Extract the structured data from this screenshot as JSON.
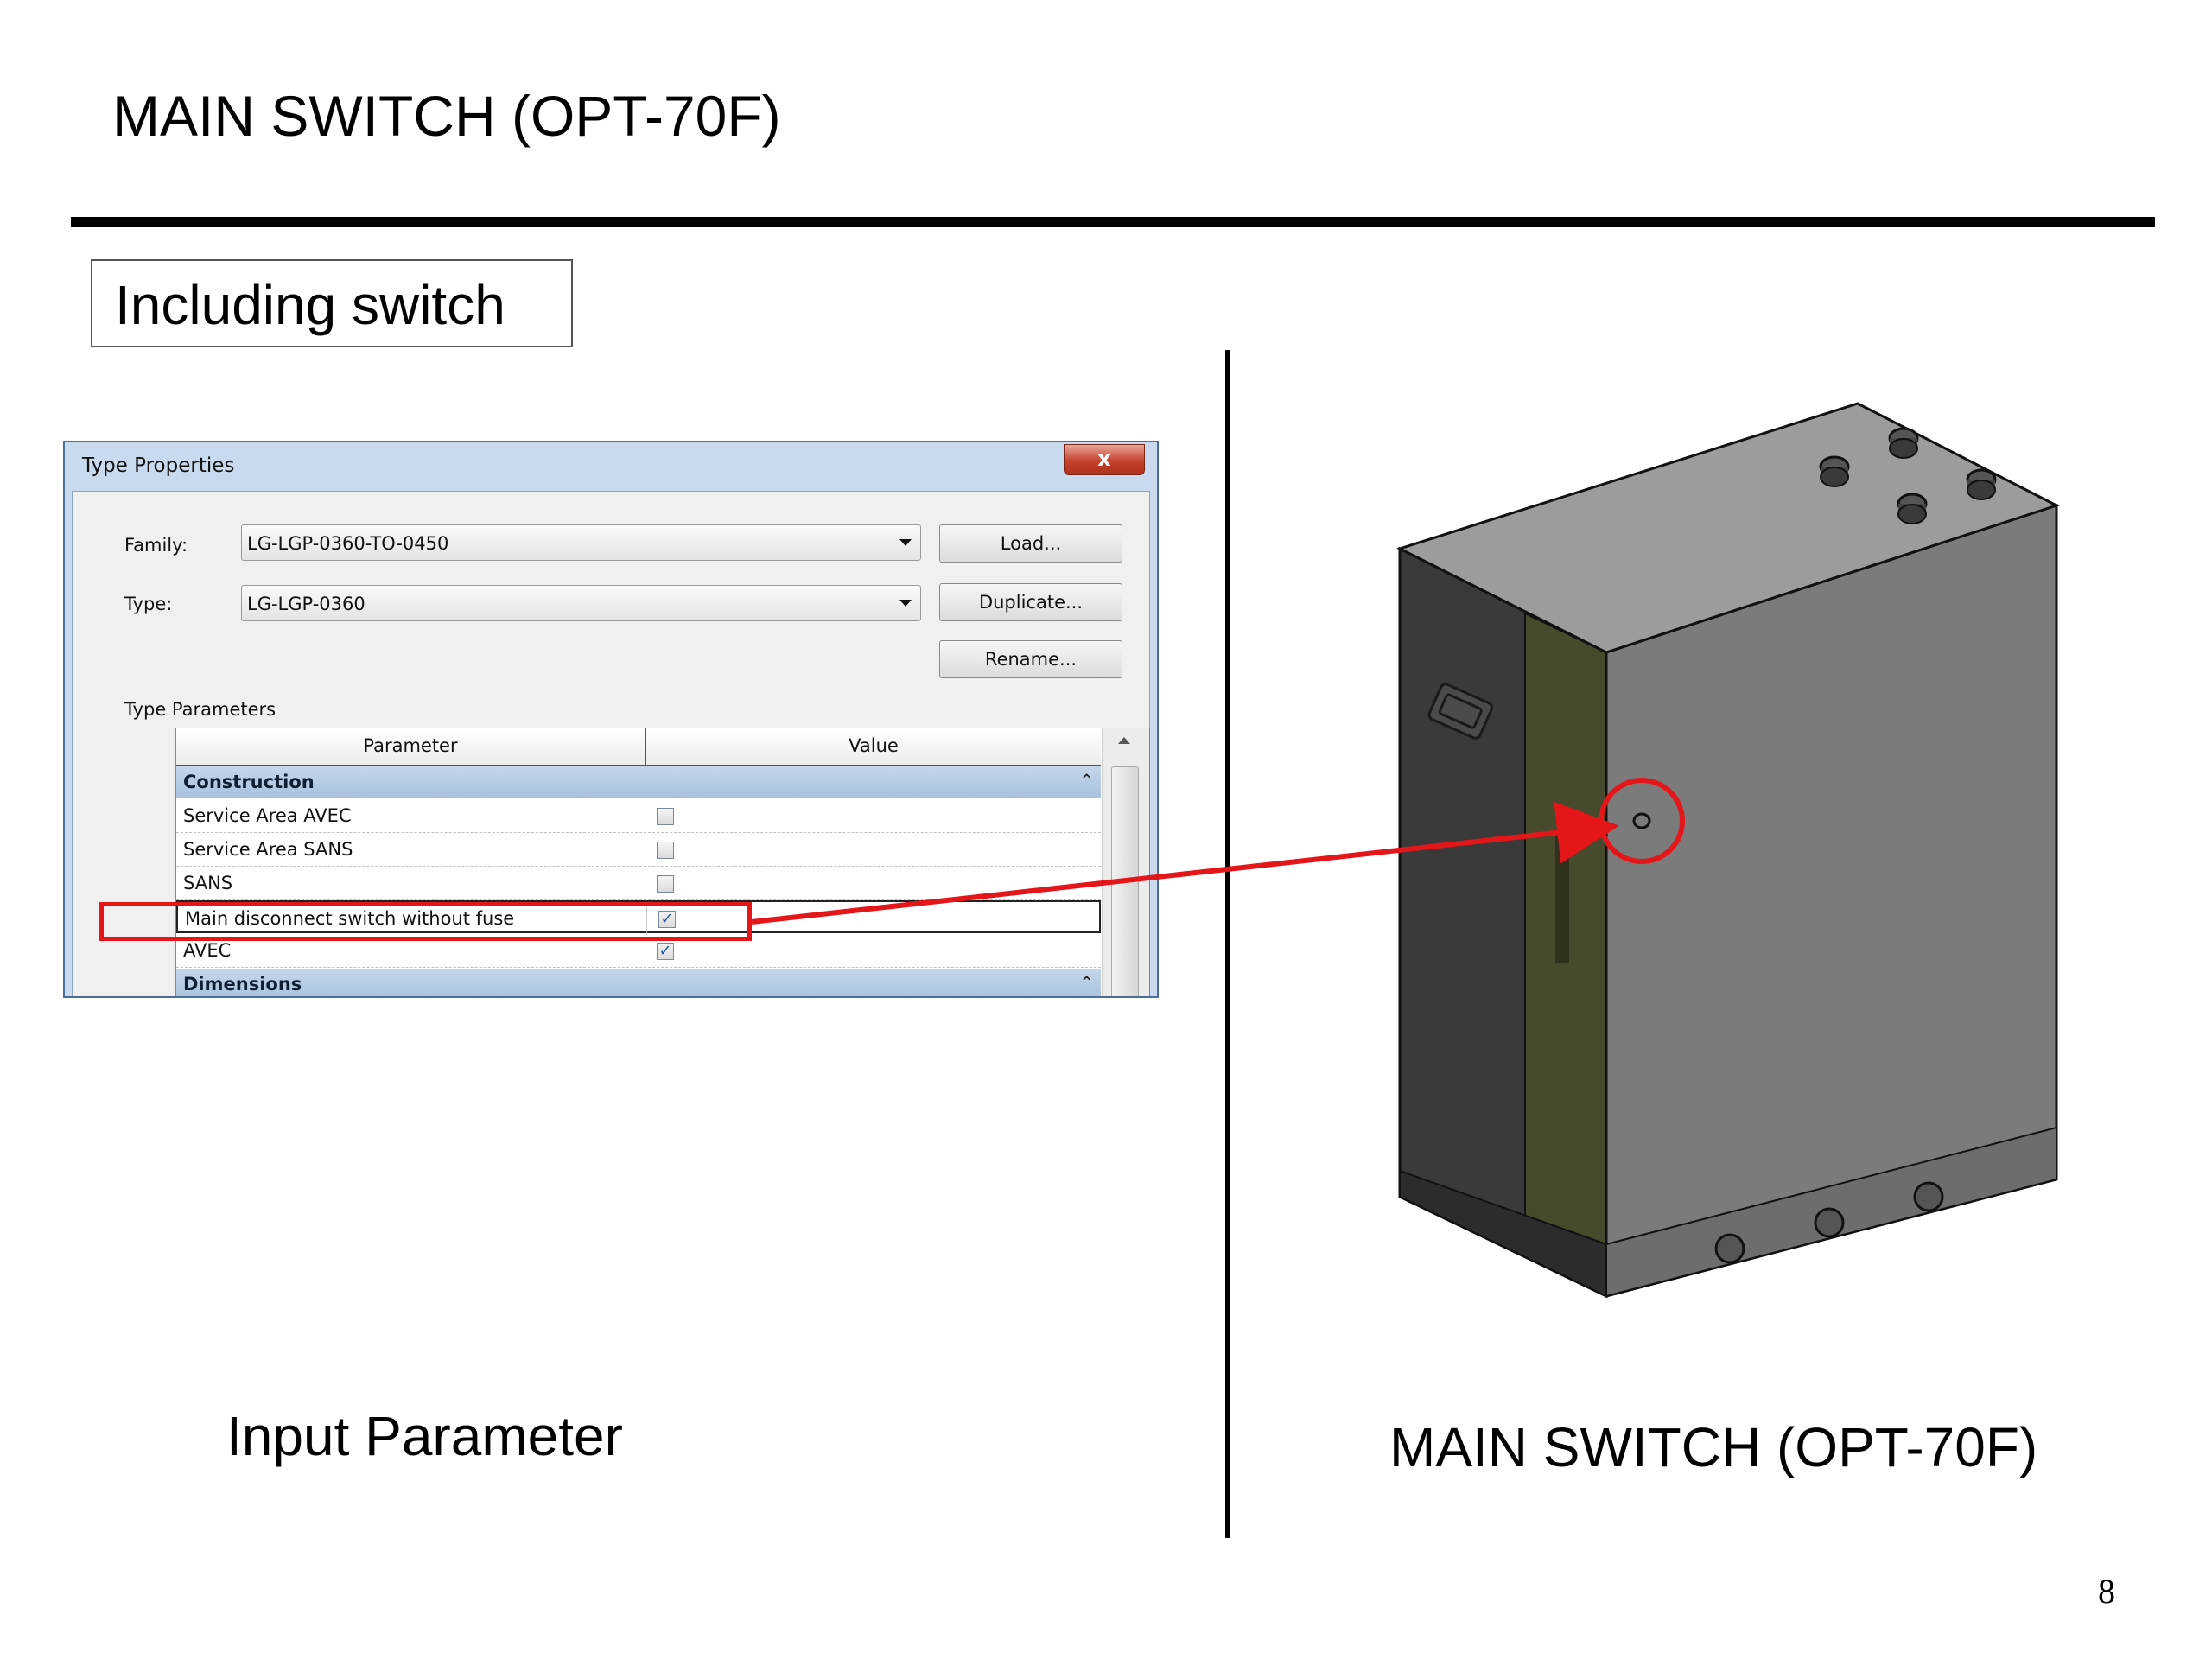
{
  "slide": {
    "title": "MAIN SWITCH (OPT-70F)",
    "caption_box": "Including switch",
    "left_caption": "Input Parameter",
    "right_caption": "MAIN SWITCH (OPT-70F)",
    "page_number": "8"
  },
  "dialog": {
    "title": "Type Properties",
    "close_glyph": "x",
    "family_label": "Family:",
    "family_value": "LG-LGP-0360-TO-0450",
    "type_label": "Type:",
    "type_value": "LG-LGP-0360",
    "buttons": {
      "load": "Load...",
      "duplicate": "Duplicate...",
      "rename": "Rename..."
    },
    "type_parameters_label": "Type Parameters",
    "grid": {
      "columns": [
        "Parameter",
        "Value"
      ],
      "groups": [
        {
          "name": "Construction",
          "rows": [
            {
              "name": "Service Area AVEC",
              "checked": false,
              "check": ""
            },
            {
              "name": "Service Area SANS",
              "checked": false,
              "check": ""
            },
            {
              "name": "SANS",
              "checked": false,
              "check": ""
            },
            {
              "name": "Main disconnect switch without fuse",
              "checked": true,
              "check": "✓"
            },
            {
              "name": "AVEC",
              "checked": true,
              "check": "✓"
            }
          ]
        },
        {
          "name": "Dimensions",
          "rows": []
        }
      ],
      "collapse_glyph": "⌃"
    }
  },
  "colors": {
    "highlight": "#e4161a",
    "dialog_frame": "#c9daee",
    "group_header": "#b4c9e2",
    "device_front": "#7b7b7b",
    "device_side": "#3a3a3a",
    "device_top": "#9c9c9c",
    "device_stripe": "#474a2c"
  }
}
